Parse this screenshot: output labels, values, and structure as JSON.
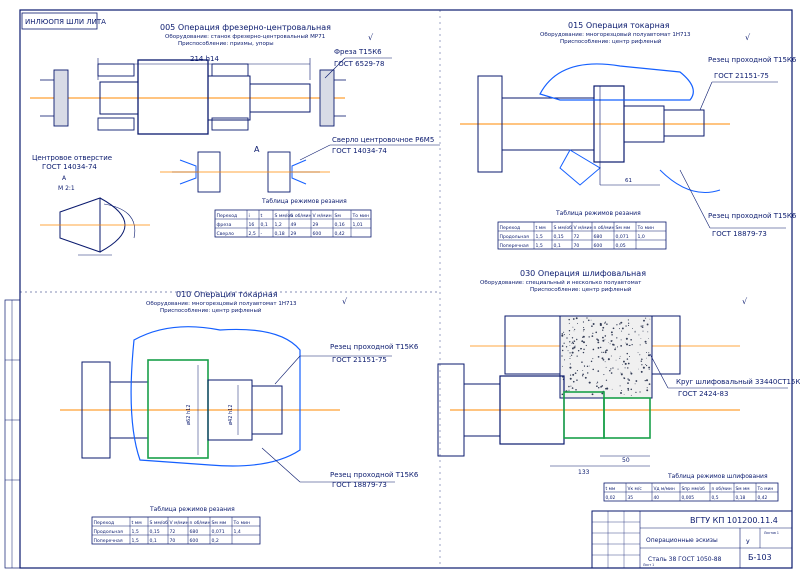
{
  "sheet": {
    "stamp": "ИНЛЮОПЯ ШЛИ ЛИТА",
    "colors": {
      "ink": "#0a1a6e",
      "outline": "#1560ff",
      "axis": "#ff8a00",
      "accent": "#19a04a",
      "dims": "#ff1a1a"
    }
  },
  "ops": {
    "op005": {
      "title": "005 Операция фрезерно-центровальная",
      "equipment": "Оборудование: станок фрезерно-центровальный МР71",
      "fixture": "Приспособление: призмы, упоры",
      "dim": "214 h14",
      "cutter_tool": "Фреза Т15К6",
      "cutter_gost": "ГОСТ 6529-78",
      "drill_tool": "Сверло центровочное Р6М5",
      "drill_gost": "ГОСТ 14034-74",
      "center_hole": "Центровое отверстие",
      "center_hole_gost": "ГОСТ 14034-74",
      "view_letter": "А",
      "view_scale": "М 2:1",
      "table_title": "Таблица режимов резания",
      "headers": [
        "Переход",
        "i",
        "t",
        "S мм/об",
        "n об/мин",
        "V м/мин",
        "Sм",
        "То мин"
      ],
      "rows": [
        [
          "фреза",
          "16",
          "0,1",
          "1,2",
          "49",
          "29",
          "0,16",
          "1,01"
        ],
        [
          "Сверло",
          "2,5",
          "-",
          "0,18",
          "29",
          "600",
          "0,42",
          ""
        ]
      ]
    },
    "op015": {
      "title": "015 Операция токарная",
      "equipment": "Оборудование: многорезцовый полуавтомат 1Н713",
      "fixture": "Приспособление: центр рифленый",
      "tool1": "Резец проходной Т15К6",
      "tool1_gost": "ГОСТ 21151-75",
      "tool2": "Резец проходной Т15К6",
      "tool2_gost": "ГОСТ 18879-73",
      "table_title": "Таблица режимов резания",
      "headers": [
        "Переход",
        "t мм",
        "S мм/об",
        "V м/мин",
        "n об/мин",
        "Sм мм",
        "То мин"
      ],
      "rows": [
        [
          "Продольная",
          "1,5",
          "0,15",
          "72",
          "680",
          "0,071",
          "1,0"
        ],
        [
          "Поперечная",
          "1,5",
          "0,1",
          "70",
          "600",
          "0,05",
          ""
        ]
      ]
    },
    "op010": {
      "title": "010 Операция токарная",
      "equipment": "Оборудование: многорезцовый полуавтомат 1Н713",
      "fixture": "Приспособление: центр рифленый",
      "tool1": "Резец проходной Т15К6",
      "tool1_gost": "ГОСТ 21151-75",
      "tool2": "Резец проходной Т15К6",
      "tool2_gost": "ГОСТ 18879-73",
      "table_title": "Таблица режимов резания",
      "headers": [
        "Переход",
        "t мм",
        "S мм/об",
        "V м/мин",
        "n об/мин",
        "Sм мм",
        "То мин"
      ],
      "rows": [
        [
          "Продольная",
          "1,5",
          "0,15",
          "72",
          "680",
          "0,071",
          "1,4"
        ],
        [
          "Поперечная",
          "1,5",
          "0,1",
          "70",
          "600",
          "0,2",
          ""
        ]
      ]
    },
    "op030": {
      "title": "030 Операция шлифовальная",
      "equipment": "Оборудование: специальный и несколько полуавтомат",
      "fixture": "Приспособление: центр рифленый",
      "tool": "Круг шлифовальный 33440СТ15К8",
      "tool_gost": "ГОСТ 2424-83",
      "dim1": "133",
      "dim2": "50",
      "table_title": "Таблица режимов шлифования",
      "headers": [
        "t мм",
        "Vк м/с",
        "Vд м/мин",
        "Sпр мм/об",
        "n об/мин",
        "Sм мм",
        "То мин"
      ],
      "row": [
        "0,02",
        "35",
        "40",
        "0,005",
        "0,5",
        "0,18",
        "0,42"
      ]
    }
  },
  "titleblock": {
    "doc": "ВГТУ КП 101200.11.4",
    "name": "Операционные эскизы",
    "material": "Сталь 38 ГОСТ 1050-88",
    "group": "Б-103",
    "litera": "У",
    "sheet_label": "Лист 1",
    "sheets_label": "Листов 1"
  }
}
